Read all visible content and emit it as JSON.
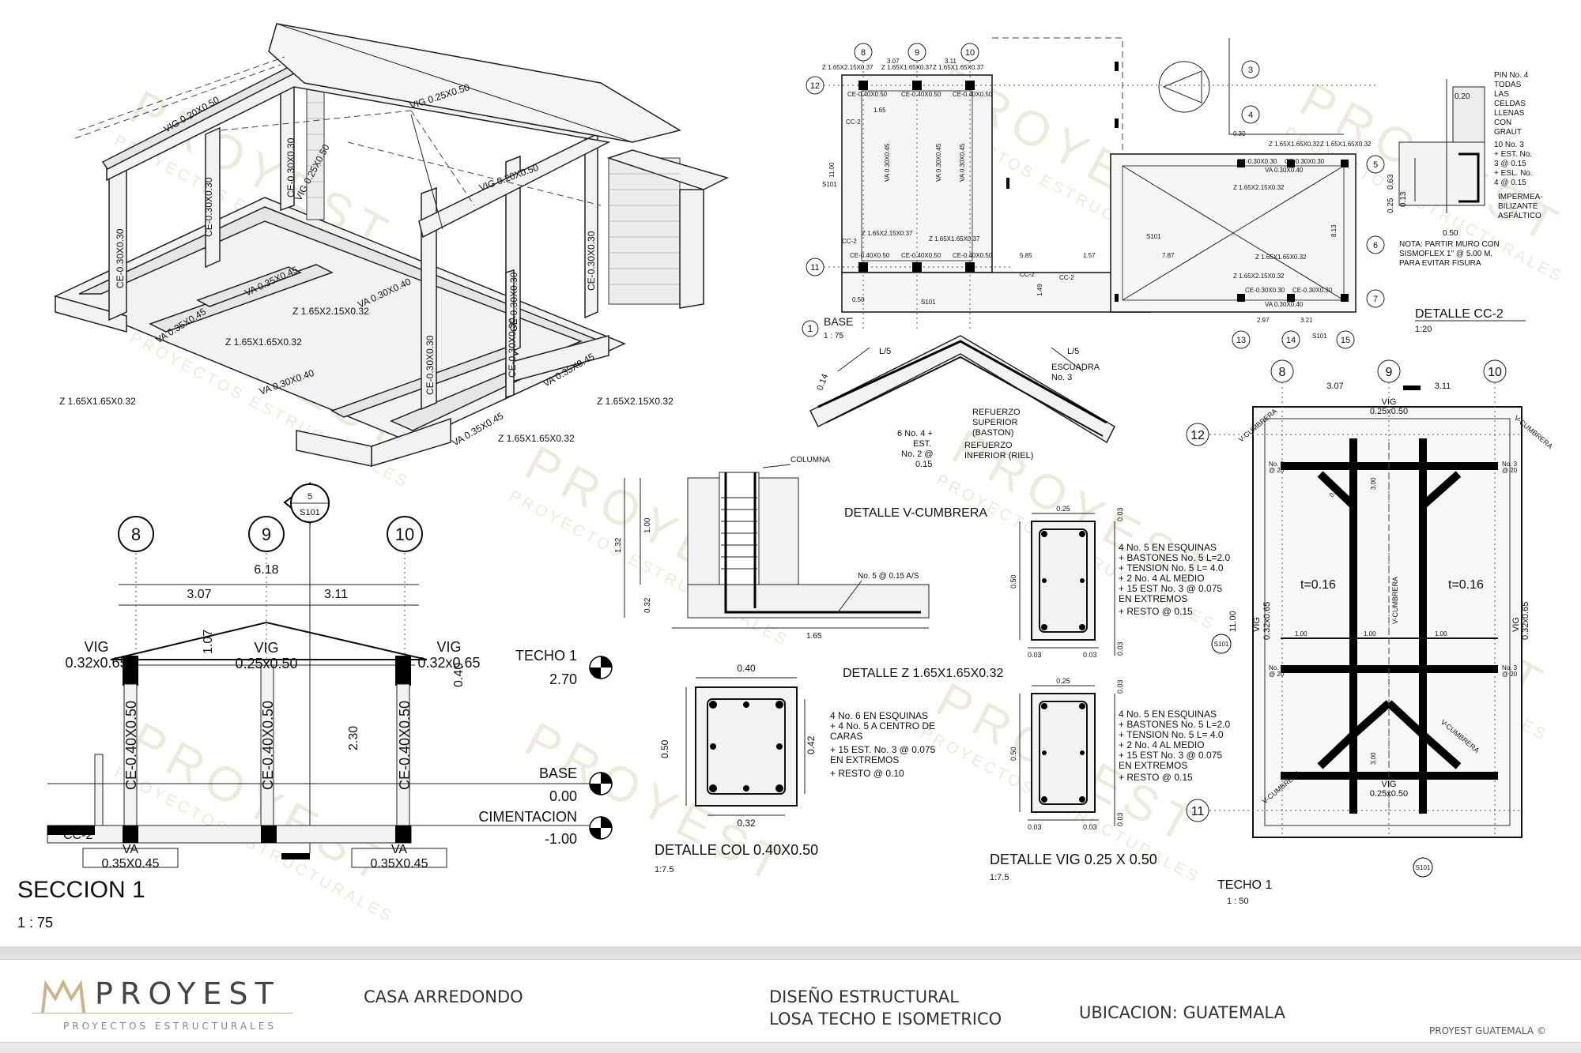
{
  "watermark": {
    "brand": "PROYEST",
    "tagline": "PROYECTOS ESTRUCTURALES",
    "color": "#c9b78a"
  },
  "isometric": {
    "labels": [
      "VIG 0.20X0.50",
      "VIG 0.25X0.50",
      "VIG 0.25X0.50",
      "VIG 0.20X0.50",
      "CE-0.30X0.30",
      "CE-0.30X0.30",
      "CE-0.30X0.30",
      "CE-0.30X0.30",
      "CE-0.30X0.30",
      "CE-0.30X0.30",
      "CE-0.30X0.30",
      "VA 0.35X0.45",
      "VA 0.30X0.40",
      "VA 0.35X0.45",
      "VA 0.30X0.40",
      "VA 0.35X0.45",
      "VA 0.35X0.45",
      "Z 1.65X2.15X0.32",
      "Z 1.65X1.65X0.32",
      "Z 1.65X1.65X0.32",
      "Z 1.65X2.15X0.32",
      "Z 1.65X1.65X0.32"
    ]
  },
  "seccion1": {
    "title": "SECCION 1",
    "scale": "1 : 75",
    "axes": [
      "8",
      "9",
      "10"
    ],
    "dims": {
      "total": "6.18",
      "left": "3.07",
      "right": "3.11",
      "roof_h": "1.07",
      "vig_h": "0.40",
      "col_h": "2.30"
    },
    "vig_left": [
      "VIG",
      "0.32x0.65"
    ],
    "vig_mid": [
      "VIG",
      "0.25x0.50"
    ],
    "vig_right": [
      "VIG",
      "0.32x0.65"
    ],
    "columns": [
      "CE-0.40X0.50",
      "CE-0.40X0.50",
      "CE-0.40X0.50"
    ],
    "va_left": [
      "VA",
      "0.35X0.45"
    ],
    "va_right": [
      "VA",
      "0.35X0.45"
    ],
    "cc2": "CC-2",
    "marker": {
      "num": "5",
      "sheet": "S101"
    },
    "levels": [
      {
        "name": "TECHO 1",
        "value": "2.70"
      },
      {
        "name": "BASE",
        "value": "0.00"
      },
      {
        "name": "CIMENTACION",
        "value": "-1.00"
      }
    ]
  },
  "base_plan": {
    "title": "BASE",
    "number": "1",
    "scale": "1 : 75",
    "axes_top": [
      "8",
      "9",
      "10"
    ],
    "axes_right": [
      "3",
      "4",
      "5",
      "6",
      "7"
    ],
    "axes_bottom": [
      "13",
      "14",
      "15"
    ],
    "axes_left": [
      "12",
      "11"
    ],
    "dims": [
      "3.07",
      "3.11",
      "11.00",
      "5.85",
      "1.57",
      "7.87",
      "8.13",
      "2.97",
      "3.21",
      "0.30",
      "0.50",
      "1.49",
      "1.65"
    ],
    "labels": [
      "Z 1.65X2.15X0.37",
      "Z 1.65X1.65X0.37",
      "CE-0.40X0.50",
      "VA 0.30X0.45",
      "CC-2",
      "Z 1.65X1.65X0.32",
      "Z 1.65X2.15X0.32",
      "CE-0.30X0.30",
      "VA 0.30X0.40",
      "S101"
    ]
  },
  "detalle_cc2": {
    "title": "DETALLE CC-2",
    "scale": "1:20",
    "notes": [
      "PIN No. 4",
      "TODAS",
      "LAS",
      "CELDAS",
      "LLENAS",
      "CON",
      "GRAUT",
      "10 No. 3",
      "+ EST. No.",
      "3 @ 0.15",
      "+ ESL. No.",
      "4 @ 0.15",
      "IMPERMEA-",
      "BILIZANTE",
      "ASFÁLTICO"
    ],
    "note2": [
      "NOTA: PARTIR MURO CON",
      "SISMOFLEX 1\" @ 5.00 M,",
      "PARA EVITAR FISURA"
    ],
    "dims": [
      "0.20",
      "0.50",
      "0.63",
      "0.25",
      "0.13"
    ]
  },
  "detalle_vcumbrera": {
    "title": "DETALLE  V-CUMBRERA",
    "labels": [
      "L/5",
      "L/5",
      "ESCUADRA",
      "No. 3",
      "REFUERZO",
      "SUPERIOR",
      "(BASTON)",
      "REFUERZO",
      "INFERIOR (RIEL)",
      "6 No. 4 +",
      "EST.",
      "No. 2 @",
      "0.15",
      "0.14"
    ]
  },
  "detalle_z": {
    "title": "DETALLE Z 1.65X1.65X0.32",
    "labels": [
      "COLUMNA",
      "No. 5 @ 0.15 A/S"
    ],
    "dims": [
      "1.32",
      "1.00",
      "0.32",
      "1.65"
    ]
  },
  "detalle_col": {
    "title": "DETALLE COL 0.40X0.50",
    "scale": "1:7.5",
    "dims": [
      "0.40",
      "0.50",
      "0.42",
      "0.32"
    ],
    "notes": [
      "4 No. 6 EN ESQUINAS",
      "+ 4 No. 5 A CENTRO DE",
      "CARAS",
      "+ 15 EST. No. 3 @ 0.075",
      "EN EXTREMOS",
      "+ RESTO @ 0.10"
    ]
  },
  "detalle_vig_top": {
    "dims": [
      "0.25",
      "0.03",
      "0.50",
      "0.03",
      "0.03",
      "0.03"
    ],
    "notes": [
      "4 No. 5 EN ESQUINAS",
      "+ BASTONES No. 5 L=2.0",
      "+ TENSION No. 5 L= 4.0",
      "+ 2 No. 4 AL MEDIO",
      "+ 15 EST No. 3 @ 0.075",
      "EN EXTREMOS",
      "+ RESTO @ 0.15"
    ]
  },
  "detalle_vig": {
    "title": "DETALLE VIG 0.25 X 0.50",
    "scale": "1:7.5",
    "dims": [
      "0.25",
      "0.03",
      "0.50",
      "0.03",
      "0.03",
      "0.03"
    ],
    "notes": [
      "4 No. 5 EN ESQUINAS",
      "+ BASTONES No. 5 L=2.0",
      "+ TENSION No. 5 L= 4.0",
      "+ 2 No. 4 AL MEDIO",
      "+ 15 EST No. 3 @ 0.075",
      "EN EXTREMOS",
      "+ RESTO @ 0.15"
    ]
  },
  "techo1": {
    "title": "TECHO 1",
    "scale": "1 : 50",
    "axes_top": [
      "8",
      "9",
      "10"
    ],
    "axes_left": [
      "12",
      "11"
    ],
    "dims": {
      "left": "3.07",
      "right": "3.11",
      "height": "11.00"
    },
    "slab_left": "t=0.16",
    "slab_right": "t=0.16",
    "vig_top": [
      "VIG",
      "0.25x0.50"
    ],
    "vig_bottom": [
      "VIG",
      "0.25x0.50"
    ],
    "vig_left": [
      "VIG",
      "0.32x0.65"
    ],
    "vig_right": [
      "VIG",
      "0.32x0.65"
    ],
    "vcumbrera": "V-CUMBRERA",
    "rebar_notes": [
      "No. 3",
      "@ 20",
      "1.00",
      "3.00",
      "0.60",
      "S101"
    ]
  },
  "footer": {
    "brand": "PROYEST",
    "tagline": "PROYECTOS ESTRUCTURALES",
    "project": "CASA ARREDONDO",
    "design_line1": "DISEÑO ESTRUCTURAL",
    "design_line2": "LOSA TECHO E ISOMETRICO",
    "location": "UBICACION: GUATEMALA",
    "copyright": "PROYEST GUATEMALA ©"
  }
}
